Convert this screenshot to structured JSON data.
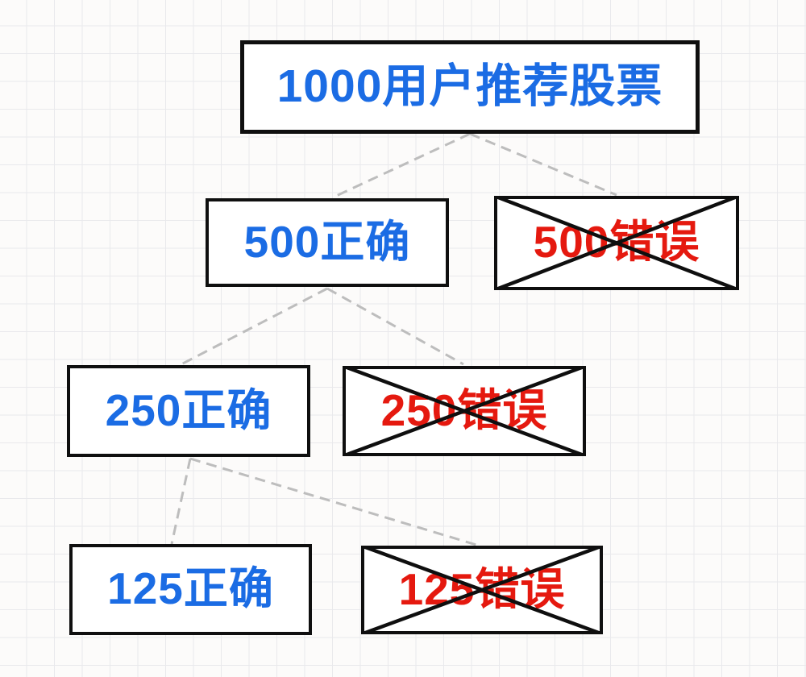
{
  "diagram": {
    "root": {
      "label": "1000用户推荐股票"
    },
    "nodes": [
      {
        "id": "500-correct",
        "label": "500正确",
        "status": "correct",
        "crossed": false
      },
      {
        "id": "500-wrong",
        "label": "500错误",
        "status": "wrong",
        "crossed": true
      },
      {
        "id": "250-correct",
        "label": "250正确",
        "status": "correct",
        "crossed": false
      },
      {
        "id": "250-wrong",
        "label": "250错误",
        "status": "wrong",
        "crossed": true
      },
      {
        "id": "125-correct",
        "label": "125正确",
        "status": "correct",
        "crossed": false
      },
      {
        "id": "125-wrong",
        "label": "125错误",
        "status": "wrong",
        "crossed": true
      }
    ],
    "colors": {
      "correct_text": "#1b6ce4",
      "wrong_text": "#e5190f",
      "box_border": "#0f0f0f",
      "connector": "#bdbdbd"
    }
  }
}
